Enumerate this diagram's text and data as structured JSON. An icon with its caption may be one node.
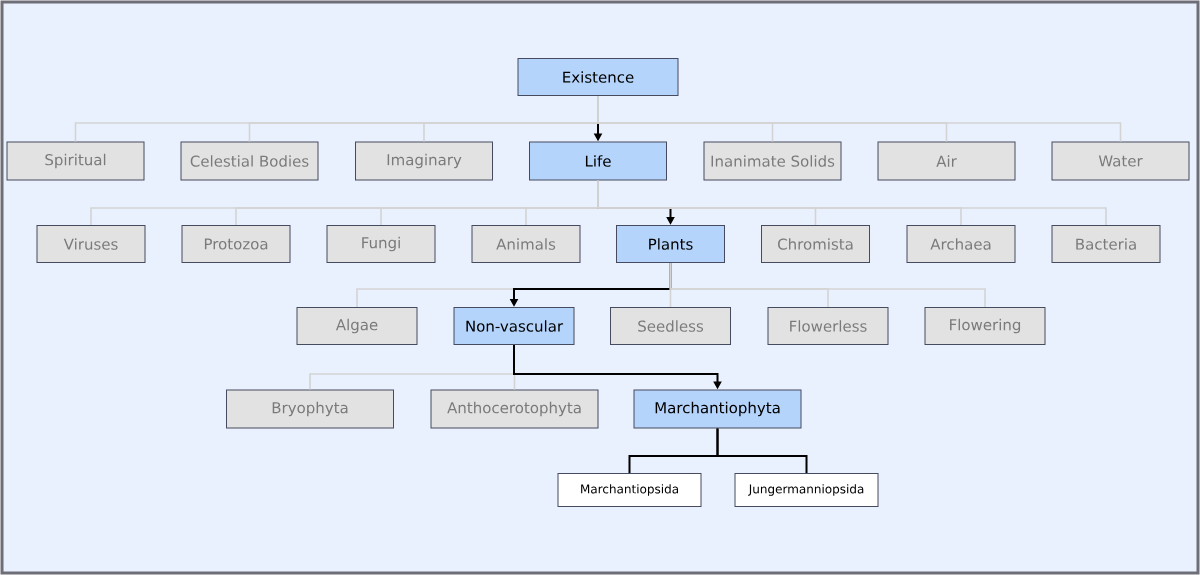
{
  "diagram": {
    "nodes": [
      {
        "text": [
          "Existence"
        ]
      },
      {
        "text": [
          "Spiritual"
        ]
      },
      {
        "text": [
          "Celestial Bodies"
        ]
      },
      {
        "text": [
          "Imaginary"
        ]
      },
      {
        "text": [
          "Life"
        ]
      },
      {
        "text": [
          "Inanimate Solids"
        ]
      },
      {
        "text": [
          "Air"
        ]
      },
      {
        "text": [
          "Water"
        ]
      },
      {
        "text": [
          "Viruses"
        ]
      },
      {
        "text": [
          "Protozoa"
        ]
      },
      {
        "text": [
          "Fungi"
        ]
      },
      {
        "text": [
          "Animals"
        ]
      },
      {
        "text": [
          "Plants"
        ]
      },
      {
        "text": [
          "Chromista"
        ]
      },
      {
        "text": [
          "Archaea"
        ]
      },
      {
        "text": [
          "Bacteria"
        ]
      },
      {
        "text": [
          "Algae"
        ]
      },
      {
        "text": [
          "Non-vascular"
        ]
      },
      {
        "text": [
          "Seedless"
        ]
      },
      {
        "text": [
          "Flowerless"
        ]
      },
      {
        "text": [
          "Flowering"
        ]
      },
      {
        "text": [
          "Bryophyta"
        ]
      },
      {
        "text": [
          "Anthocerotophyta"
        ]
      },
      {
        "text": [
          "Marchantiophyta"
        ]
      },
      {
        "text": [
          "Marchantiopsida"
        ]
      },
      {
        "text": [
          "Jungermanniopsida"
        ]
      }
    ],
    "edges": [
      {
        "from": 0,
        "to": 1,
        "arrow": "none"
      },
      {
        "from": 0,
        "to": 2,
        "arrow": "none"
      },
      {
        "from": 0,
        "to": 3,
        "arrow": "none"
      },
      {
        "from": 0,
        "to": 4,
        "arrow": "to",
        "color": "#000000"
      },
      {
        "from": 0,
        "to": 5,
        "arrow": "none"
      },
      {
        "from": 0,
        "to": 6,
        "arrow": "none"
      },
      {
        "from": 0,
        "to": 7,
        "arrow": "none"
      },
      {
        "from": 4,
        "to": 8,
        "arrow": "none"
      },
      {
        "from": 4,
        "to": 9,
        "arrow": "none"
      },
      {
        "from": 4,
        "to": 10,
        "arrow": "none"
      },
      {
        "from": 4,
        "to": 11,
        "arrow": "none"
      },
      {
        "from": 4,
        "to": 12,
        "arrow": "to",
        "color": "#000000"
      },
      {
        "from": 4,
        "to": 13,
        "arrow": "none"
      },
      {
        "from": 4,
        "to": 14,
        "arrow": "none"
      },
      {
        "from": 4,
        "to": 15,
        "arrow": "none"
      },
      {
        "from": 12,
        "to": 16,
        "arrow": "none"
      },
      {
        "from": 12,
        "to": 17,
        "arrow": "to",
        "color": "#000000"
      },
      {
        "from": 12,
        "to": 18,
        "arrow": "none"
      },
      {
        "from": 12,
        "to": 19,
        "arrow": "none"
      },
      {
        "from": 12,
        "to": 20,
        "arrow": "none"
      },
      {
        "from": 17,
        "to": 21,
        "arrow": "none"
      },
      {
        "from": 17,
        "to": 22,
        "arrow": "none"
      },
      {
        "from": 17,
        "to": 23,
        "arrow": "to",
        "color": "#000000"
      },
      {
        "from": 23,
        "to": 24,
        "arrow": "none",
        "color": "#000000"
      },
      {
        "from": 23,
        "to": 25,
        "arrow": "none",
        "color": "#000000"
      }
    ]
  }
}
